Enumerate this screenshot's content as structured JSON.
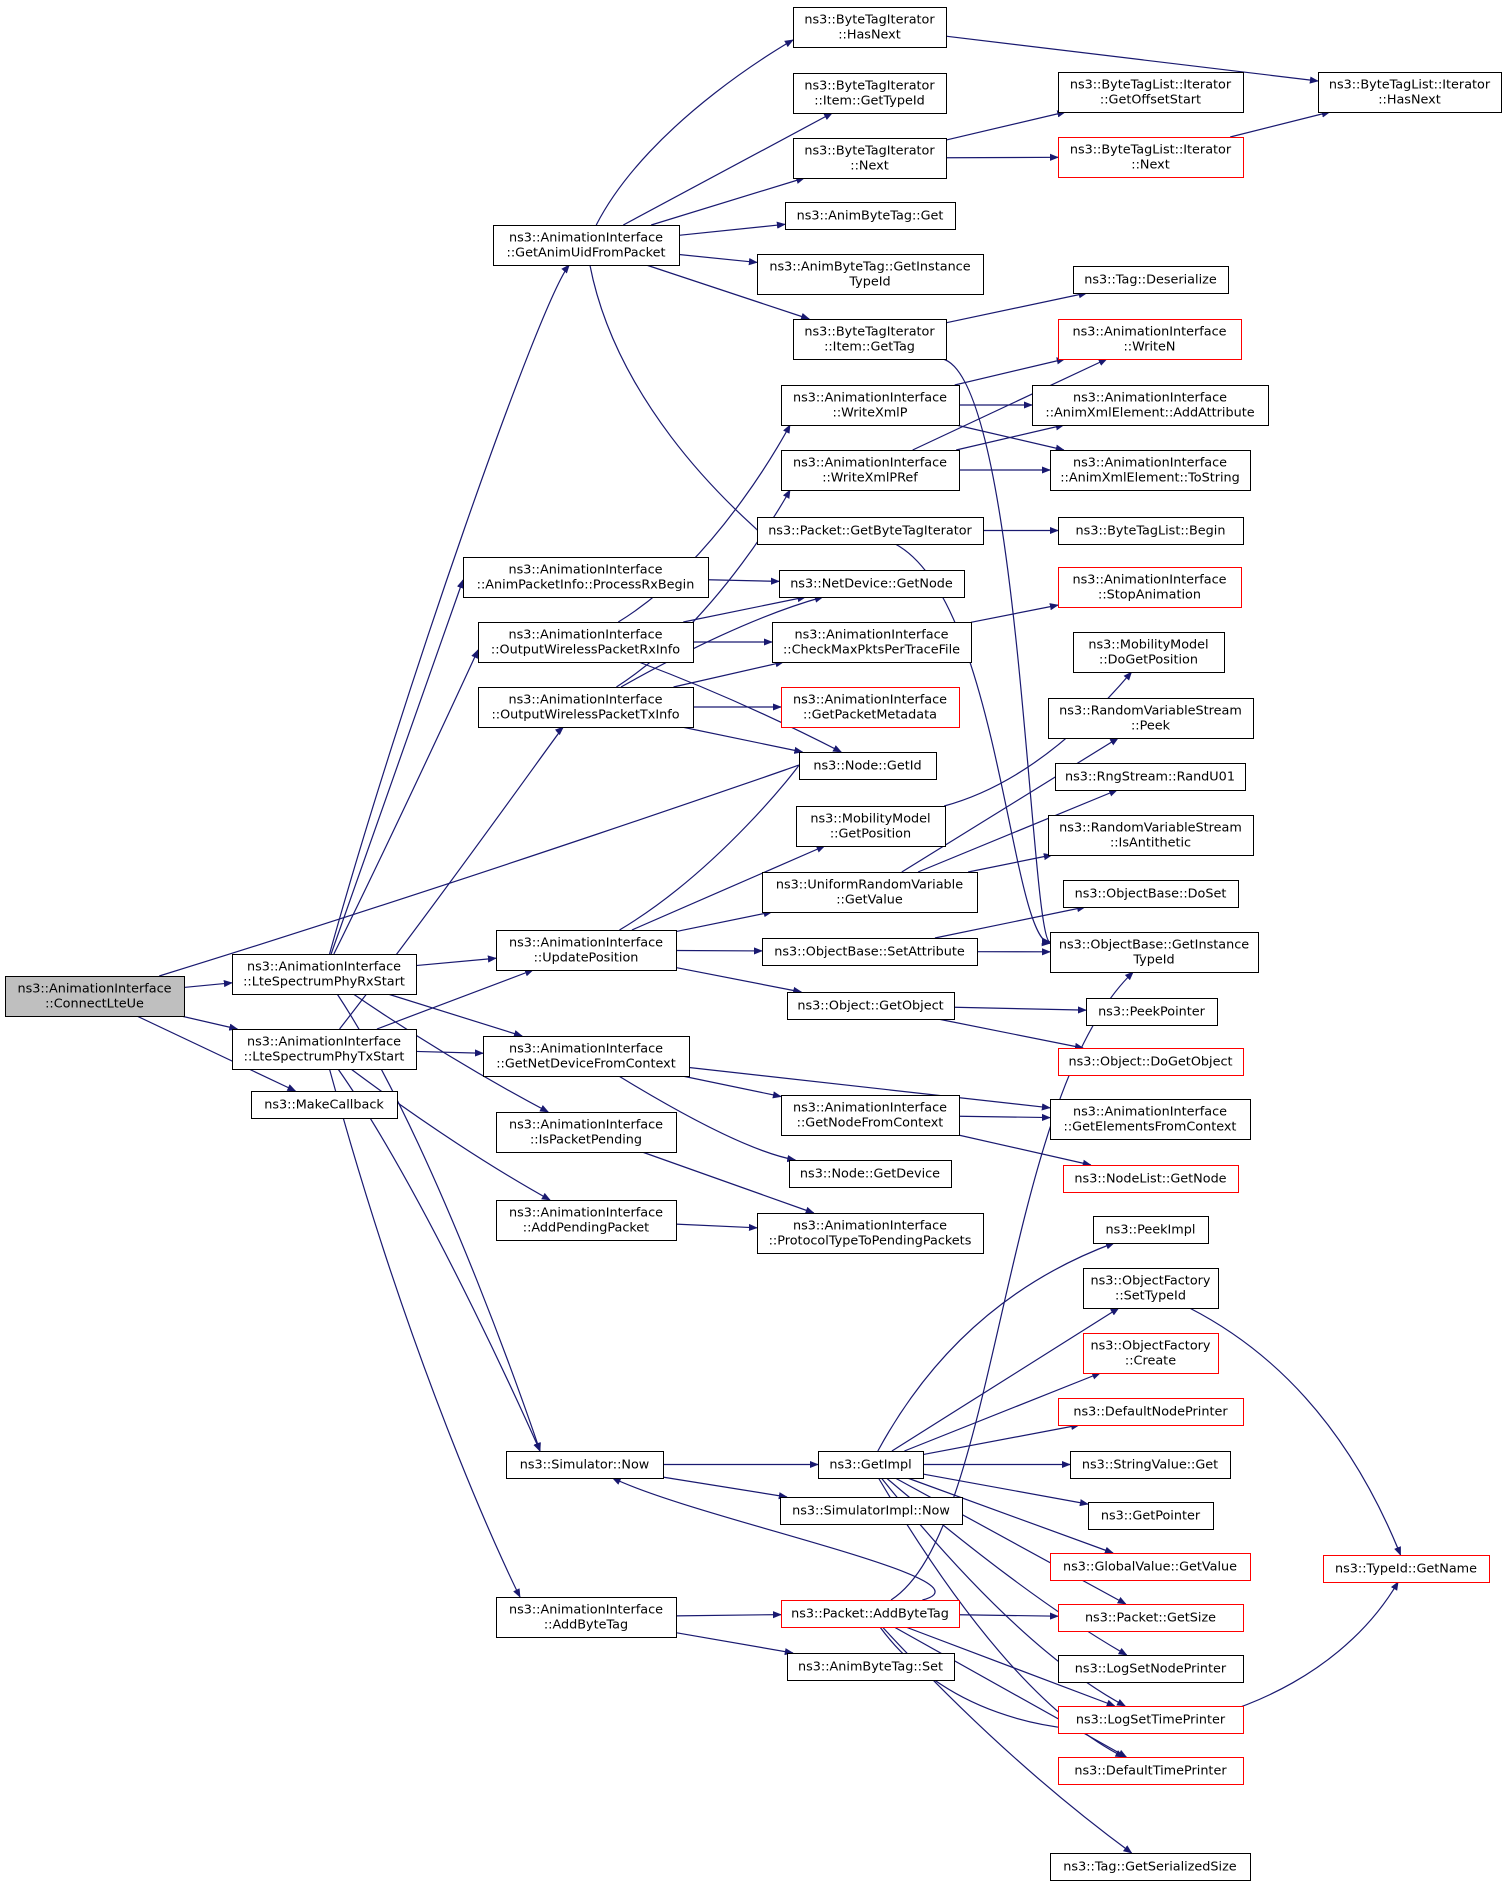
{
  "graph": {
    "nodes": [
      {
        "id": "connectlteue",
        "lines": [
          "ns3::AnimationInterface",
          "::ConnectLteUe"
        ],
        "root": true
      },
      {
        "id": "rxstart",
        "lines": [
          "ns3::AnimationInterface",
          "::LteSpectrumPhyRxStart"
        ]
      },
      {
        "id": "txstart",
        "lines": [
          "ns3::AnimationInterface",
          "::LteSpectrumPhyTxStart"
        ]
      },
      {
        "id": "makecallback",
        "lines": [
          "ns3::MakeCallback"
        ]
      },
      {
        "id": "getanimuid",
        "lines": [
          "ns3::AnimationInterface",
          "::GetAnimUidFromPacket"
        ]
      },
      {
        "id": "processrx",
        "lines": [
          "ns3::AnimationInterface",
          "::AnimPacketInfo::ProcessRxBegin"
        ]
      },
      {
        "id": "outrx",
        "lines": [
          "ns3::AnimationInterface",
          "::OutputWirelessPacketRxInfo"
        ]
      },
      {
        "id": "outtx",
        "lines": [
          "ns3::AnimationInterface",
          "::OutputWirelessPacketTxInfo"
        ]
      },
      {
        "id": "updatepos",
        "lines": [
          "ns3::AnimationInterface",
          "::UpdatePosition"
        ]
      },
      {
        "id": "getnetdev",
        "lines": [
          "ns3::AnimationInterface",
          "::GetNetDeviceFromContext"
        ]
      },
      {
        "id": "ispending",
        "lines": [
          "ns3::AnimationInterface",
          "::IsPacketPending"
        ]
      },
      {
        "id": "addpending",
        "lines": [
          "ns3::AnimationInterface",
          "::AddPendingPacket"
        ]
      },
      {
        "id": "simnow",
        "lines": [
          "ns3::Simulator::Now"
        ]
      },
      {
        "id": "addbytetag",
        "lines": [
          "ns3::AnimationInterface",
          "::AddByteTag"
        ]
      },
      {
        "id": "bti_hasnext",
        "lines": [
          "ns3::ByteTagIterator",
          "::HasNext"
        ]
      },
      {
        "id": "bti_item_gettypeid",
        "lines": [
          "ns3::ByteTagIterator",
          "::Item::GetTypeId"
        ]
      },
      {
        "id": "bti_next",
        "lines": [
          "ns3::ByteTagIterator",
          "::Next"
        ]
      },
      {
        "id": "animbt_get",
        "lines": [
          "ns3::AnimByteTag::Get"
        ]
      },
      {
        "id": "animbt_getinst",
        "lines": [
          "ns3::AnimByteTag::GetInstance",
          "TypeId"
        ]
      },
      {
        "id": "bti_item_gettag",
        "lines": [
          "ns3::ByteTagIterator",
          "::Item::GetTag"
        ]
      },
      {
        "id": "writexmlp",
        "lines": [
          "ns3::AnimationInterface",
          "::WriteXmlP"
        ]
      },
      {
        "id": "writexmlpref",
        "lines": [
          "ns3::AnimationInterface",
          "::WriteXmlPRef"
        ]
      },
      {
        "id": "getbytetagit",
        "lines": [
          "ns3::Packet::GetByteTagIterator"
        ]
      },
      {
        "id": "nd_getnode",
        "lines": [
          "ns3::NetDevice::GetNode"
        ]
      },
      {
        "id": "checkmax",
        "lines": [
          "ns3::AnimationInterface",
          "::CheckMaxPktsPerTraceFile"
        ]
      },
      {
        "id": "getpktmeta",
        "lines": [
          "ns3::AnimationInterface",
          "::GetPacketMetadata"
        ],
        "red": true
      },
      {
        "id": "node_getid",
        "lines": [
          "ns3::Node::GetId"
        ]
      },
      {
        "id": "mm_getpos",
        "lines": [
          "ns3::MobilityModel",
          "::GetPosition"
        ]
      },
      {
        "id": "urv_getvalue",
        "lines": [
          "ns3::UniformRandomVariable",
          "::GetValue"
        ]
      },
      {
        "id": "ob_setattr",
        "lines": [
          "ns3::ObjectBase::SetAttribute"
        ]
      },
      {
        "id": "obj_getobject",
        "lines": [
          "ns3::Object::GetObject"
        ]
      },
      {
        "id": "getnodefromctx",
        "lines": [
          "ns3::AnimationInterface",
          "::GetNodeFromContext"
        ]
      },
      {
        "id": "node_getdevice",
        "lines": [
          "ns3::Node::GetDevice"
        ]
      },
      {
        "id": "proto2pending",
        "lines": [
          "ns3::AnimationInterface",
          "::ProtocolTypeToPendingPackets"
        ]
      },
      {
        "id": "getimpl",
        "lines": [
          "ns3::GetImpl"
        ]
      },
      {
        "id": "simimpl_now",
        "lines": [
          "ns3::SimulatorImpl::Now"
        ]
      },
      {
        "id": "pkt_addbytetag",
        "lines": [
          "ns3::Packet::AddByteTag"
        ],
        "red": true
      },
      {
        "id": "animbt_set",
        "lines": [
          "ns3::AnimByteTag::Set"
        ]
      },
      {
        "id": "btl_getoffset",
        "lines": [
          "ns3::ByteTagList::Iterator",
          "::GetOffsetStart"
        ]
      },
      {
        "id": "btl_next",
        "lines": [
          "ns3::ByteTagList::Iterator",
          "::Next"
        ],
        "red": true
      },
      {
        "id": "tag_deser",
        "lines": [
          "ns3::Tag::Deserialize"
        ]
      },
      {
        "id": "writen",
        "lines": [
          "ns3::AnimationInterface",
          "::WriteN"
        ],
        "red": true
      },
      {
        "id": "addattr",
        "lines": [
          "ns3::AnimationInterface",
          "::AnimXmlElement::AddAttribute"
        ]
      },
      {
        "id": "tostring",
        "lines": [
          "ns3::AnimationInterface",
          "::AnimXmlElement::ToString"
        ]
      },
      {
        "id": "btlist_begin",
        "lines": [
          "ns3::ByteTagList::Begin"
        ]
      },
      {
        "id": "stopanim",
        "lines": [
          "ns3::AnimationInterface",
          "::StopAnimation"
        ],
        "red": true
      },
      {
        "id": "mm_dogetpos",
        "lines": [
          "ns3::MobilityModel",
          "::DoGetPosition"
        ]
      },
      {
        "id": "rvs_peek",
        "lines": [
          "ns3::RandomVariableStream",
          "::Peek"
        ]
      },
      {
        "id": "rng_randu01",
        "lines": [
          "ns3::RngStream::RandU01"
        ]
      },
      {
        "id": "rvs_isanti",
        "lines": [
          "ns3::RandomVariableStream",
          "::IsAntithetic"
        ]
      },
      {
        "id": "ob_doset",
        "lines": [
          "ns3::ObjectBase::DoSet"
        ]
      },
      {
        "id": "ob_getinsttid",
        "lines": [
          "ns3::ObjectBase::GetInstance",
          "TypeId"
        ]
      },
      {
        "id": "peekpointer",
        "lines": [
          "ns3::PeekPointer"
        ]
      },
      {
        "id": "obj_dogetobj",
        "lines": [
          "ns3::Object::DoGetObject"
        ],
        "red": true
      },
      {
        "id": "getelements",
        "lines": [
          "ns3::AnimationInterface",
          "::GetElementsFromContext"
        ]
      },
      {
        "id": "nodelist_getnode",
        "lines": [
          "ns3::NodeList::GetNode"
        ],
        "red": true
      },
      {
        "id": "peekimpl",
        "lines": [
          "ns3::PeekImpl"
        ]
      },
      {
        "id": "of_settypeid",
        "lines": [
          "ns3::ObjectFactory",
          "::SetTypeId"
        ]
      },
      {
        "id": "of_create",
        "lines": [
          "ns3::ObjectFactory",
          "::Create"
        ],
        "red": true
      },
      {
        "id": "defnodeprinter",
        "lines": [
          "ns3::DefaultNodePrinter"
        ],
        "red": true
      },
      {
        "id": "sv_get",
        "lines": [
          "ns3::StringValue::Get"
        ]
      },
      {
        "id": "getpointer",
        "lines": [
          "ns3::GetPointer"
        ]
      },
      {
        "id": "gv_getvalue",
        "lines": [
          "ns3::GlobalValue::GetValue"
        ],
        "red": true
      },
      {
        "id": "pkt_getsize",
        "lines": [
          "ns3::Packet::GetSize"
        ],
        "red": true
      },
      {
        "id": "logsetnode",
        "lines": [
          "ns3::LogSetNodePrinter"
        ]
      },
      {
        "id": "logsettime",
        "lines": [
          "ns3::LogSetTimePrinter"
        ],
        "red": true
      },
      {
        "id": "deftimeprinter",
        "lines": [
          "ns3::DefaultTimePrinter"
        ],
        "red": true
      },
      {
        "id": "tag_getsersize",
        "lines": [
          "ns3::Tag::GetSerializedSize"
        ]
      },
      {
        "id": "btl_hasnext",
        "lines": [
          "ns3::ByteTagList::Iterator",
          "::HasNext"
        ]
      },
      {
        "id": "typeid_getname",
        "lines": [
          "ns3::TypeId::GetName"
        ],
        "red": true
      }
    ]
  }
}
